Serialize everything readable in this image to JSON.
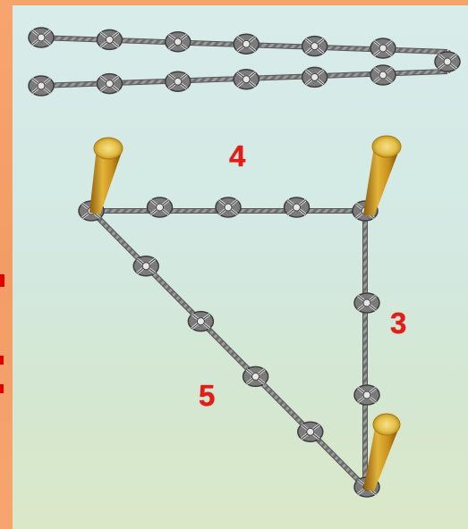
{
  "labels": {
    "side_a": "4",
    "side_b": "3",
    "side_c": "5"
  },
  "colors": {
    "frame": "#f5a06a",
    "background": "#d6ebe4",
    "rope": "#8a8a8a",
    "knot": "#6e6e6e",
    "stake": "#d9a820",
    "number": "#e41b17"
  },
  "rope_knots": {
    "top_row": 6,
    "bottom_row": 6,
    "horizontal_side": 3,
    "vertical_side": 2,
    "hypotenuse_side": 4
  },
  "icons": {
    "stake": "wooden-stake-icon",
    "knot": "rope-knot-icon"
  }
}
